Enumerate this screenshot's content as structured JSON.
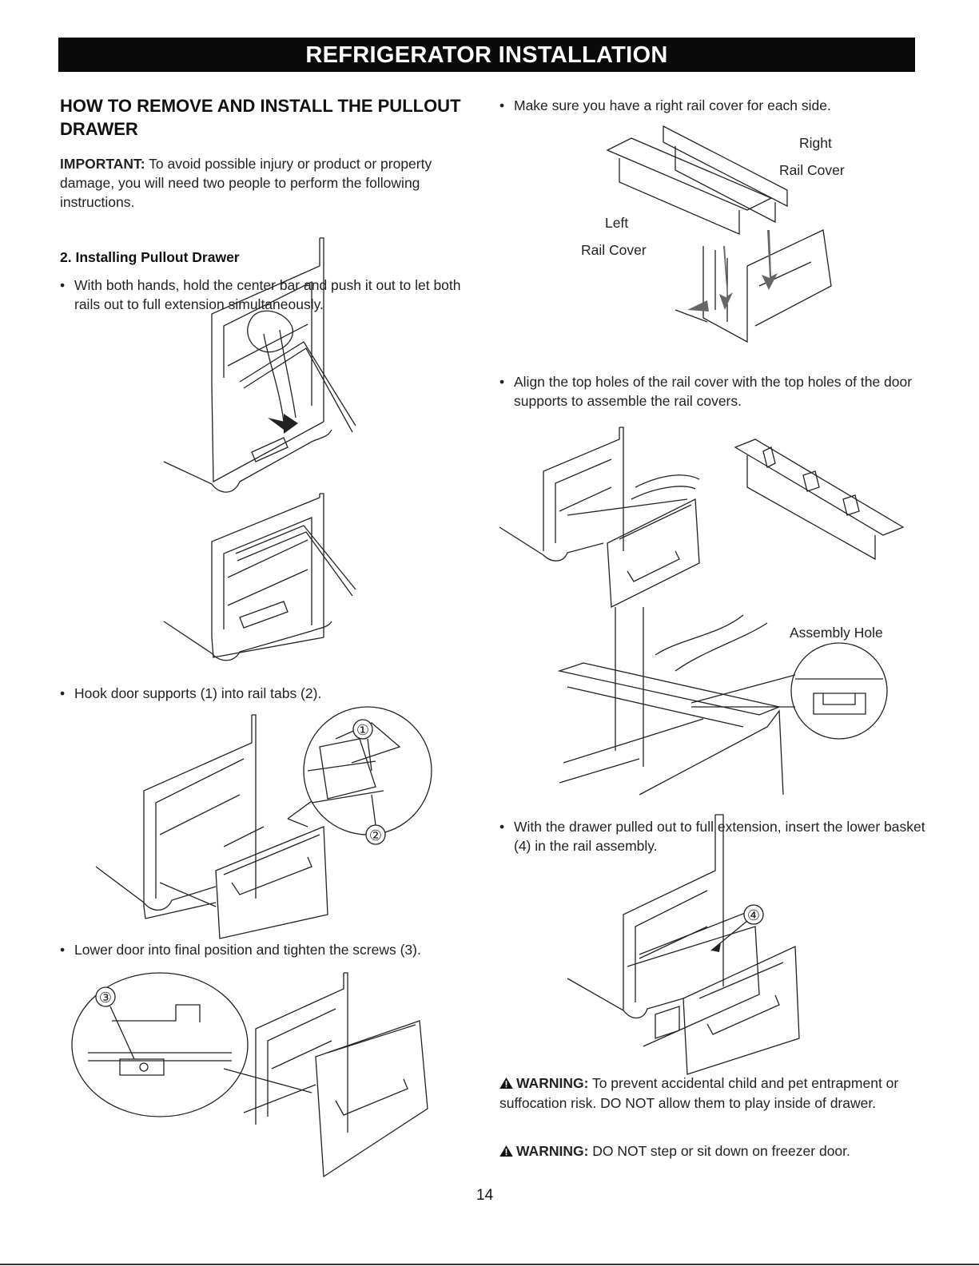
{
  "banner": "REFRIGERATOR INSTALLATION",
  "left": {
    "heading": "HOW TO REMOVE AND INSTALL THE PULLOUT DRAWER",
    "important_label": "IMPORTANT:",
    "important_text": "To avoid possible injury or product or property damage, you will need two people to perform the following instructions.",
    "step_title": "2. Installing Pullout Drawer",
    "bullets": [
      "With both hands, hold the center bar and push it out to let both rails out to full extension simultaneously.",
      "Hook door supports (1) into rail tabs (2).",
      "Lower door into final position and tighten the screws (3)."
    ],
    "callouts": [
      "①",
      "②",
      "③"
    ]
  },
  "right": {
    "bullets": [
      "Make sure you have a right rail cover for each side.",
      "Align the top holes of the rail cover with the top holes of the door supports to assemble the rail covers.",
      "With the drawer pulled out to full extension, insert the lower basket (4) in the rail assembly."
    ],
    "labels": {
      "right_rail_cover_1": "Right",
      "right_rail_cover_2": "Rail Cover",
      "left_rail_cover_1": "Left",
      "left_rail_cover_2": "Rail Cover",
      "assembly_hole": "Assembly Hole"
    },
    "callout_4": "④",
    "warnings": [
      {
        "label": "WARNING:",
        "text": "To prevent accidental child and pet entrapment or suffocation risk. DO NOT allow them to play inside of drawer."
      },
      {
        "label": "WARNING:",
        "text": "DO NOT step or sit down on freezer door."
      }
    ]
  },
  "page_number": "14"
}
